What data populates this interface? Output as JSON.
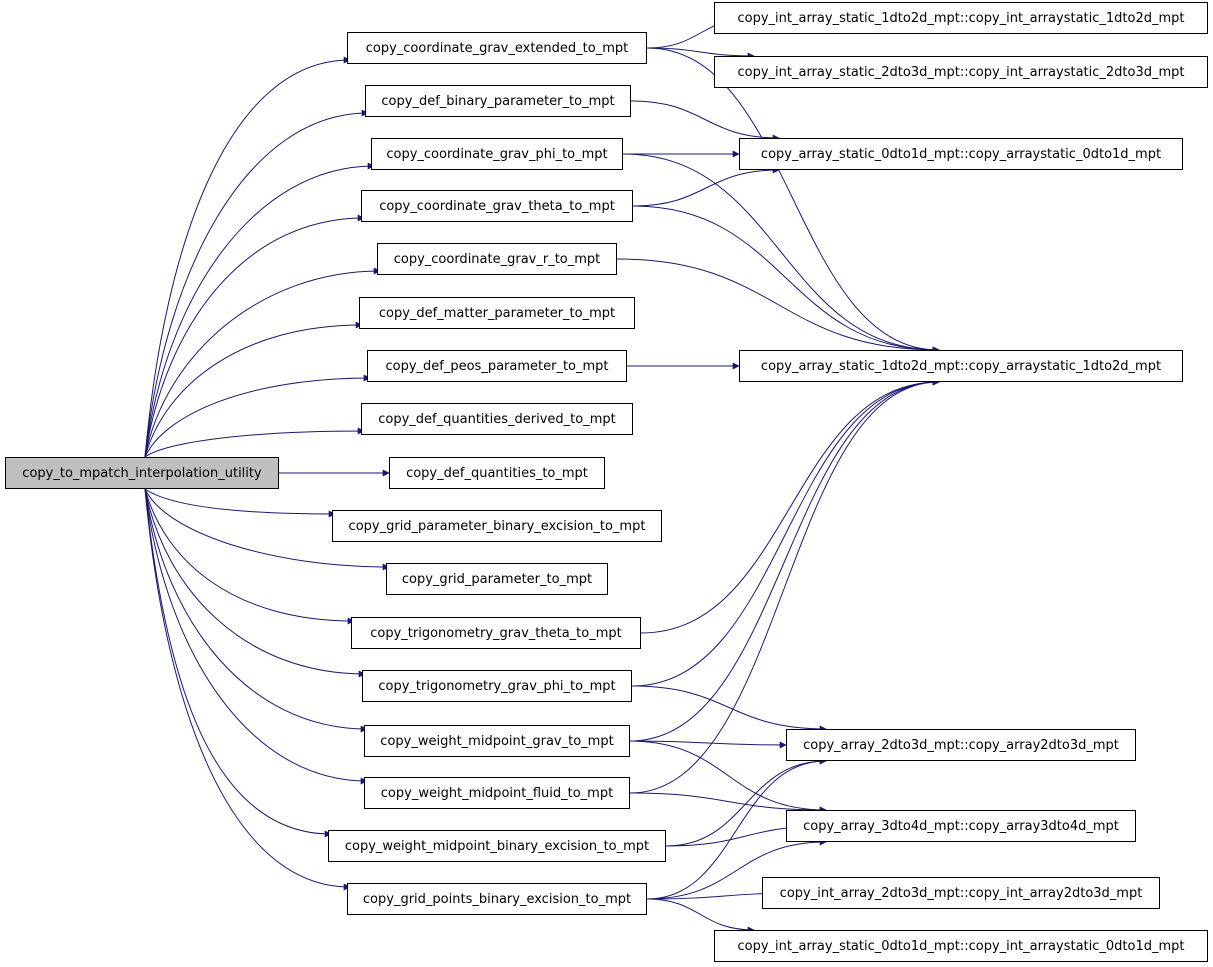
{
  "graph": {
    "edge_color": "#191970",
    "root_fill": "#bfbfbf",
    "root": {
      "id": "root",
      "label": "copy_to_mpatch_interpolation_utility"
    },
    "callees": [
      {
        "id": "n1",
        "label": "copy_coordinate_grav_extended_to_mpt"
      },
      {
        "id": "n2",
        "label": "copy_def_binary_parameter_to_mpt"
      },
      {
        "id": "n3",
        "label": "copy_coordinate_grav_phi_to_mpt"
      },
      {
        "id": "n4",
        "label": "copy_coordinate_grav_theta_to_mpt"
      },
      {
        "id": "n5",
        "label": "copy_coordinate_grav_r_to_mpt"
      },
      {
        "id": "n6",
        "label": "copy_def_matter_parameter_to_mpt"
      },
      {
        "id": "n7",
        "label": "copy_def_peos_parameter_to_mpt"
      },
      {
        "id": "n8",
        "label": "copy_def_quantities_derived_to_mpt"
      },
      {
        "id": "n9",
        "label": "copy_def_quantities_to_mpt"
      },
      {
        "id": "n10",
        "label": "copy_grid_parameter_binary_excision_to_mpt"
      },
      {
        "id": "n11",
        "label": "copy_grid_parameter_to_mpt"
      },
      {
        "id": "n12",
        "label": "copy_trigonometry_grav_theta_to_mpt"
      },
      {
        "id": "n13",
        "label": "copy_trigonometry_grav_phi_to_mpt"
      },
      {
        "id": "n14",
        "label": "copy_weight_midpoint_grav_to_mpt"
      },
      {
        "id": "n15",
        "label": "copy_weight_midpoint_fluid_to_mpt"
      },
      {
        "id": "n16",
        "label": "copy_weight_midpoint_binary_excision_to_mpt"
      },
      {
        "id": "n17",
        "label": "copy_grid_points_binary_excision_to_mpt"
      }
    ],
    "leaves": [
      {
        "id": "l1",
        "label": "copy_int_array_static_1dto2d_mpt::copy_int_arraystatic_1dto2d_mpt"
      },
      {
        "id": "l2",
        "label": "copy_int_array_static_2dto3d_mpt::copy_int_arraystatic_2dto3d_mpt"
      },
      {
        "id": "l3",
        "label": "copy_array_static_0dto1d_mpt::copy_arraystatic_0dto1d_mpt"
      },
      {
        "id": "l4",
        "label": "copy_array_static_1dto2d_mpt::copy_arraystatic_1dto2d_mpt"
      },
      {
        "id": "l5",
        "label": "copy_array_2dto3d_mpt::copy_array2dto3d_mpt"
      },
      {
        "id": "l6",
        "label": "copy_array_3dto4d_mpt::copy_array3dto4d_mpt"
      },
      {
        "id": "l7",
        "label": "copy_int_array_2dto3d_mpt::copy_int_array2dto3d_mpt"
      },
      {
        "id": "l8",
        "label": "copy_int_array_static_0dto1d_mpt::copy_int_arraystatic_0dto1d_mpt"
      }
    ],
    "edges": [
      [
        "root",
        "n1"
      ],
      [
        "root",
        "n2"
      ],
      [
        "root",
        "n3"
      ],
      [
        "root",
        "n4"
      ],
      [
        "root",
        "n5"
      ],
      [
        "root",
        "n6"
      ],
      [
        "root",
        "n7"
      ],
      [
        "root",
        "n8"
      ],
      [
        "root",
        "n9"
      ],
      [
        "root",
        "n10"
      ],
      [
        "root",
        "n11"
      ],
      [
        "root",
        "n12"
      ],
      [
        "root",
        "n13"
      ],
      [
        "root",
        "n14"
      ],
      [
        "root",
        "n15"
      ],
      [
        "root",
        "n16"
      ],
      [
        "root",
        "n17"
      ],
      [
        "n1",
        "l1"
      ],
      [
        "n1",
        "l2"
      ],
      [
        "n1",
        "l4"
      ],
      [
        "n2",
        "l3"
      ],
      [
        "n3",
        "l3"
      ],
      [
        "n3",
        "l4"
      ],
      [
        "n4",
        "l3"
      ],
      [
        "n4",
        "l4"
      ],
      [
        "n5",
        "l4"
      ],
      [
        "n7",
        "l4"
      ],
      [
        "n12",
        "l4"
      ],
      [
        "n13",
        "l4"
      ],
      [
        "n13",
        "l5"
      ],
      [
        "n14",
        "l4"
      ],
      [
        "n14",
        "l5"
      ],
      [
        "n14",
        "l6"
      ],
      [
        "n15",
        "l4"
      ],
      [
        "n15",
        "l6"
      ],
      [
        "n16",
        "l5"
      ],
      [
        "n16",
        "l6"
      ],
      [
        "n17",
        "l5"
      ],
      [
        "n17",
        "l6"
      ],
      [
        "n17",
        "l7"
      ],
      [
        "n17",
        "l8"
      ]
    ]
  }
}
